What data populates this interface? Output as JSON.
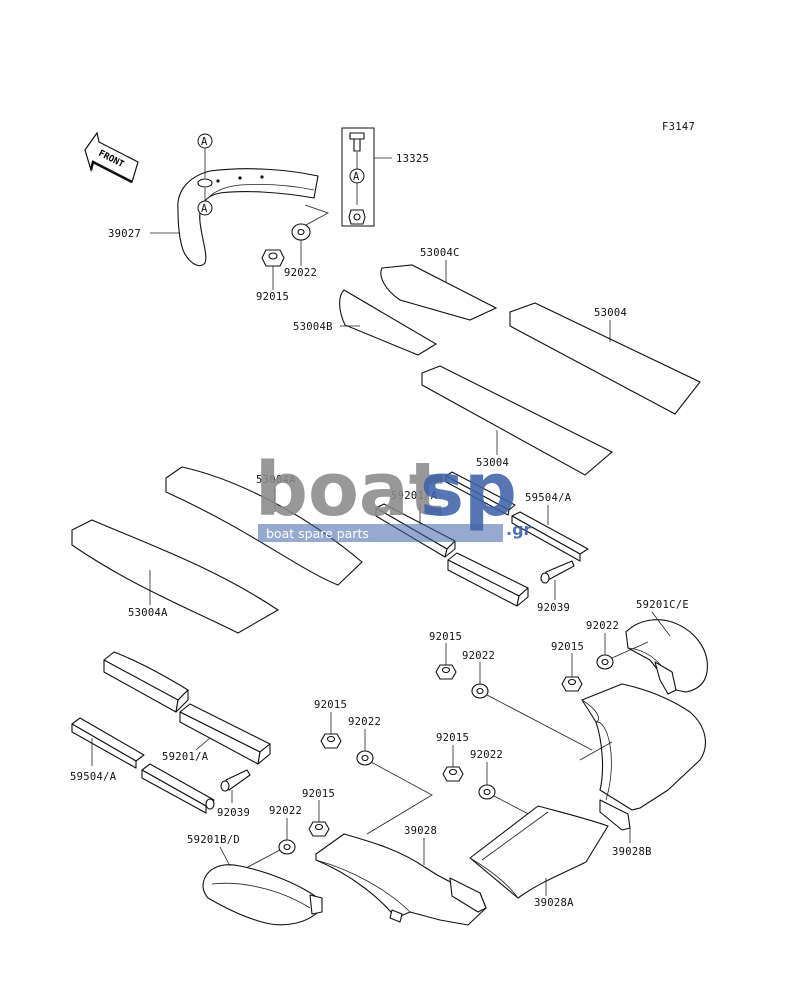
{
  "figure_code": "F3147",
  "front_label": "FRONT",
  "ref_marker": "A",
  "watermark": {
    "word_left": "boat",
    "word_right": "sp",
    "suffix": ".gr",
    "tagline": "boat spare parts",
    "color_left": "#8a8a8a",
    "color_right": "#3f63a8"
  },
  "part_labels": {
    "p39027": "39027",
    "p13325": "13325",
    "p92022_top": "92022",
    "p92015_top": "92015",
    "p53004C": "53004C",
    "p53004B": "53004B",
    "p53004_upper": "53004",
    "p53004_lower": "53004",
    "p53004A_upper": "53004A",
    "p53004A_lower": "53004A",
    "p59201A_upper": "59201/A",
    "p59504A_upper": "59504/A",
    "p92039_upper": "92039",
    "p59201CE": "59201C/E",
    "p92022_r1": "92022",
    "p92015_r1": "92015",
    "p92015_r2": "92015",
    "p92022_r2": "92022",
    "p92015_m1": "92015",
    "p92022_m1": "92022",
    "p92015_m2": "92015",
    "p92022_m2": "92022",
    "p59201A_lower": "59201/A",
    "p59504A_lower": "59504/A",
    "p92039_lower": "92039",
    "p92015_m3": "92015",
    "p92022_m3": "92022",
    "p59201BD": "59201B/D",
    "p39028": "39028",
    "p39028A": "39028A",
    "p39028B": "39028B"
  }
}
